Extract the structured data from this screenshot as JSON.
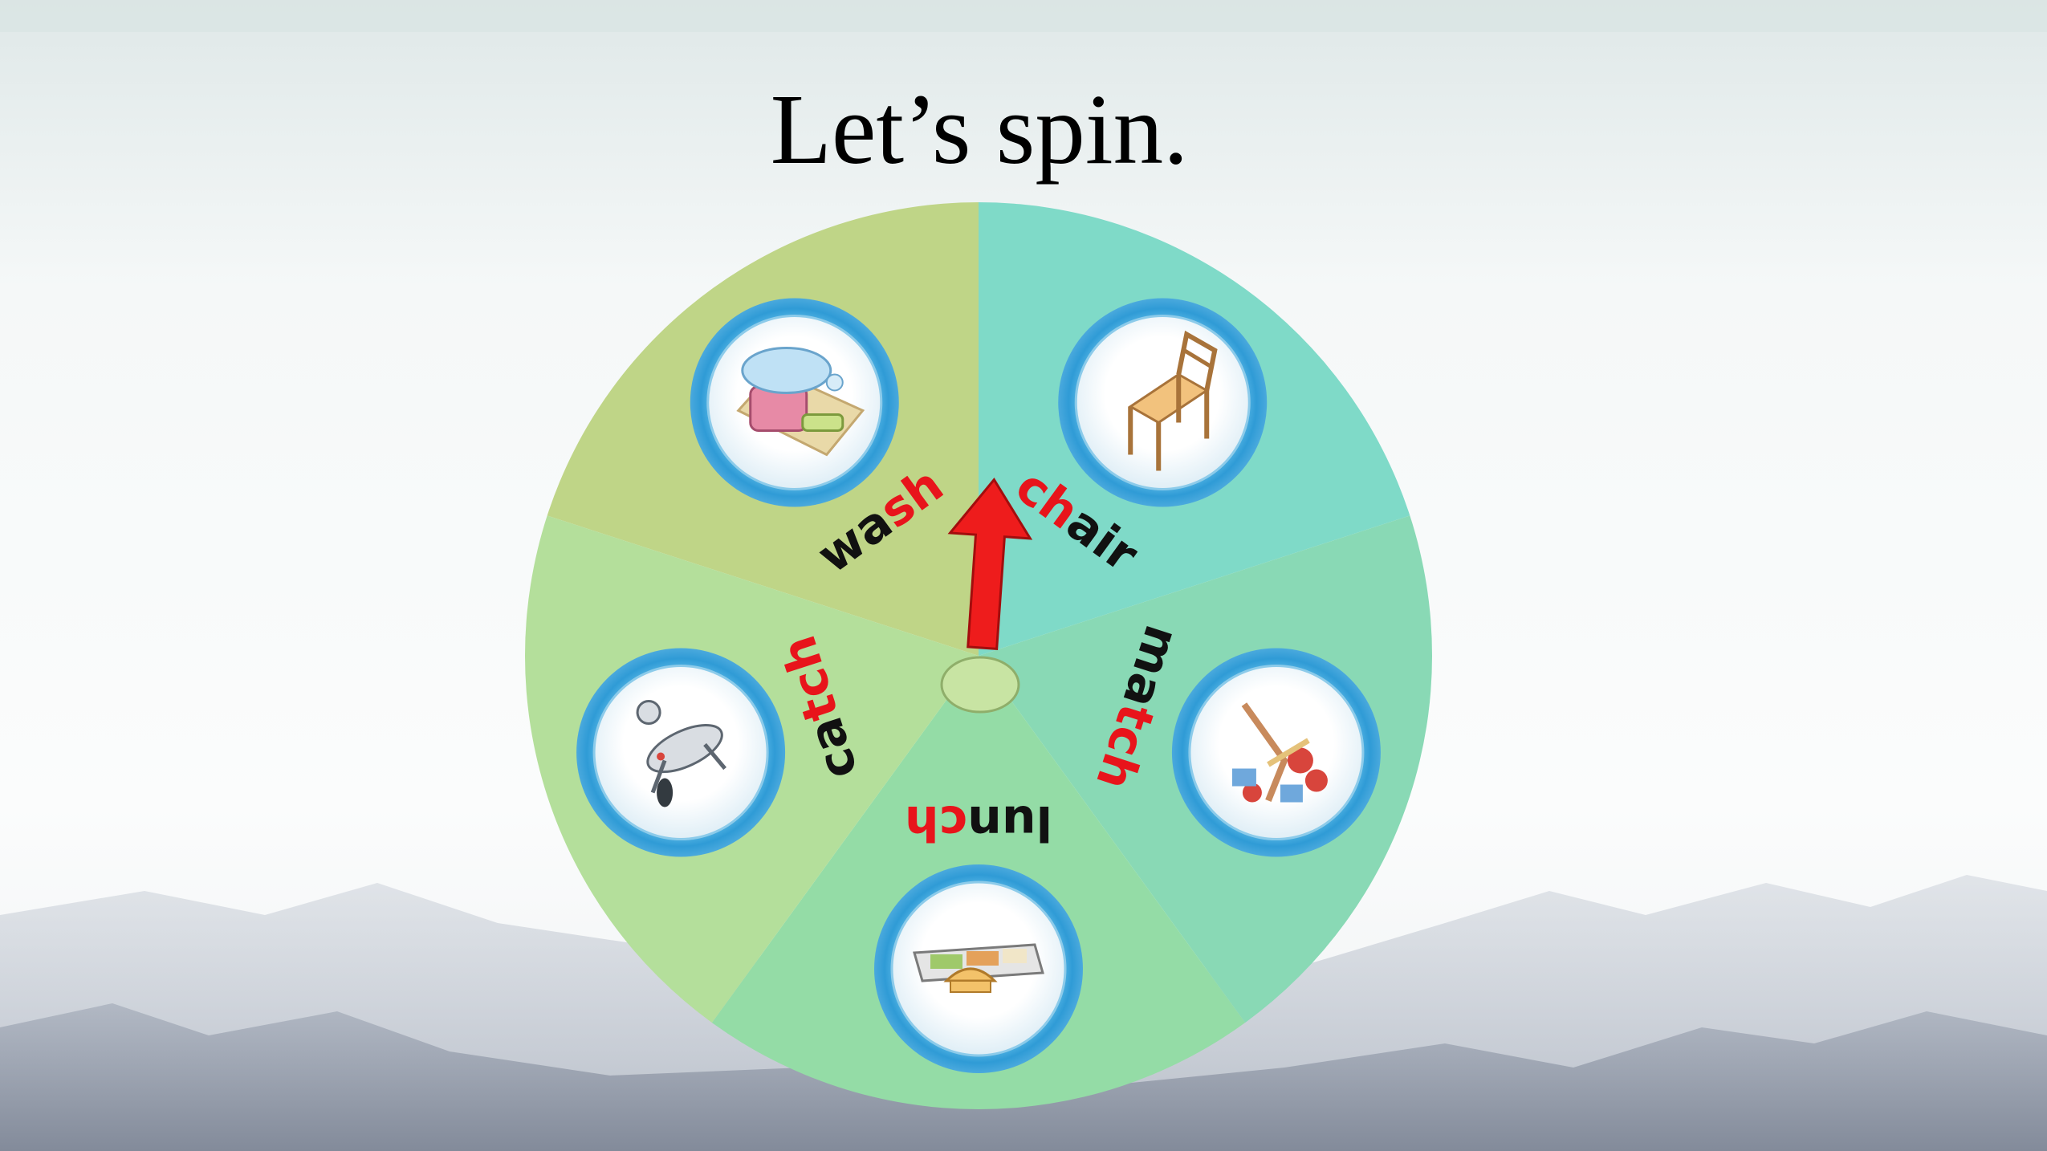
{
  "title": "Let’s spin.",
  "spinner": {
    "segments": [
      {
        "word": "wash",
        "parts": [
          {
            "text": "wa",
            "hl": false
          },
          {
            "text": "sh",
            "hl": true
          }
        ],
        "icon": "wash-icon",
        "color": "#bfd587"
      },
      {
        "word": "chair",
        "parts": [
          {
            "text": "ch",
            "hl": true
          },
          {
            "text": "air",
            "hl": false
          }
        ],
        "icon": "chair-icon",
        "color": "#7fdac8"
      },
      {
        "word": "match",
        "parts": [
          {
            "text": "ma",
            "hl": false
          },
          {
            "text": "tch",
            "hl": true
          }
        ],
        "icon": "match-icon",
        "color": "#89d9b5"
      },
      {
        "word": "lunch",
        "parts": [
          {
            "text": "lun",
            "hl": false
          },
          {
            "text": "ch",
            "hl": true
          }
        ],
        "icon": "lunch-icon",
        "color": "#94dca6"
      },
      {
        "word": "catch",
        "parts": [
          {
            "text": "ca",
            "hl": false
          },
          {
            "text": "tch",
            "hl": true
          }
        ],
        "icon": "catch-icon",
        "color": "#b4df9b"
      }
    ],
    "highlight_color": "#e8141b",
    "arrow_color": "#ee1c1c",
    "hub_color": "#c8e4a3"
  }
}
